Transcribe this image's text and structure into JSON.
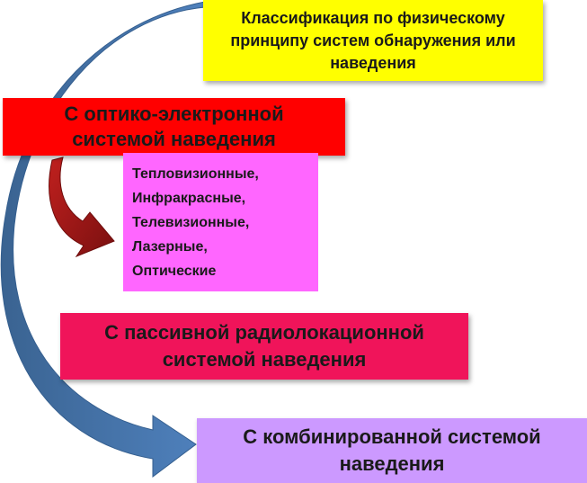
{
  "colors": {
    "arrow_blue": "#4f81bd",
    "arrow_blue_dark": "#3a6391",
    "arrow_red": "#c0201e",
    "arrow_red_dark": "#7a1010",
    "classification_fill": "#ffff00",
    "optoelectronic_fill": "#ff0000",
    "types_fill": "#ff66ff",
    "passive_fill": "#f0145a",
    "combined_fill": "#cc99ff"
  },
  "classification": {
    "lines": [
      "Классификация по физическому",
      "принципу систем обнаружения или",
      "наведения"
    ]
  },
  "optoelectronic": {
    "lines": [
      "С оптико-электронной",
      "системой наведения"
    ]
  },
  "types": {
    "items": [
      "Тепловизионные,",
      "Инфракрасные,",
      "Телевизионные,",
      "Лазерные,",
      "Оптические"
    ]
  },
  "passive": {
    "lines": [
      "С пассивной радиолокационной",
      "системой наведения"
    ]
  },
  "combined": {
    "lines": [
      "С комбинированной системой",
      "наведения"
    ]
  }
}
